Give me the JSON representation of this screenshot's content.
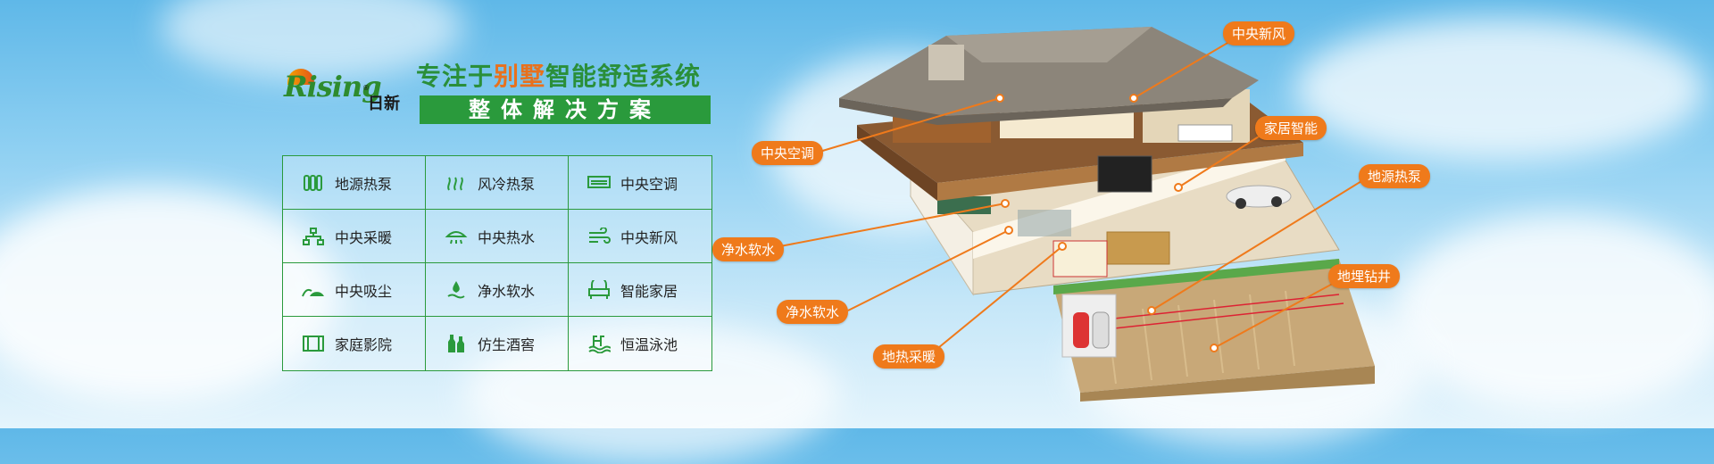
{
  "brand": {
    "logo_script": "Rising",
    "logo_cn": "日新",
    "reg_mark": "®"
  },
  "headline": {
    "part1": "专注于",
    "accent": "别墅",
    "part2": "智能舒适系统",
    "subtitle": "整体解决方案"
  },
  "colors": {
    "green": "#2a9a3c",
    "orange": "#ef7a1b"
  },
  "services": [
    {
      "label": "地源热泵",
      "icon": "radiator-icon"
    },
    {
      "label": "风冷热泵",
      "icon": "heat-coil-icon"
    },
    {
      "label": "中央空调",
      "icon": "air-conditioner-icon"
    },
    {
      "label": "中央采暖",
      "icon": "network-icon"
    },
    {
      "label": "中央热水",
      "icon": "shower-icon"
    },
    {
      "label": "中央新风",
      "icon": "wind-icon"
    },
    {
      "label": "中央吸尘",
      "icon": "vacuum-icon"
    },
    {
      "label": "净水软水",
      "icon": "water-drop-icon"
    },
    {
      "label": "智能家居",
      "icon": "sofa-icon"
    },
    {
      "label": "家庭影院",
      "icon": "film-icon"
    },
    {
      "label": "仿生酒窖",
      "icon": "wine-bottles-icon"
    },
    {
      "label": "恒温泳池",
      "icon": "pool-icon"
    }
  ],
  "callouts": {
    "fresh_air": "中央新风",
    "home_smart": "家居智能",
    "central_ac": "中央空调",
    "ground_heat_pump": "地源热泵",
    "water_soft_1": "净水软水",
    "ground_drill": "地埋钻井",
    "water_soft_2": "净水软水",
    "floor_heating": "地热采暖"
  }
}
